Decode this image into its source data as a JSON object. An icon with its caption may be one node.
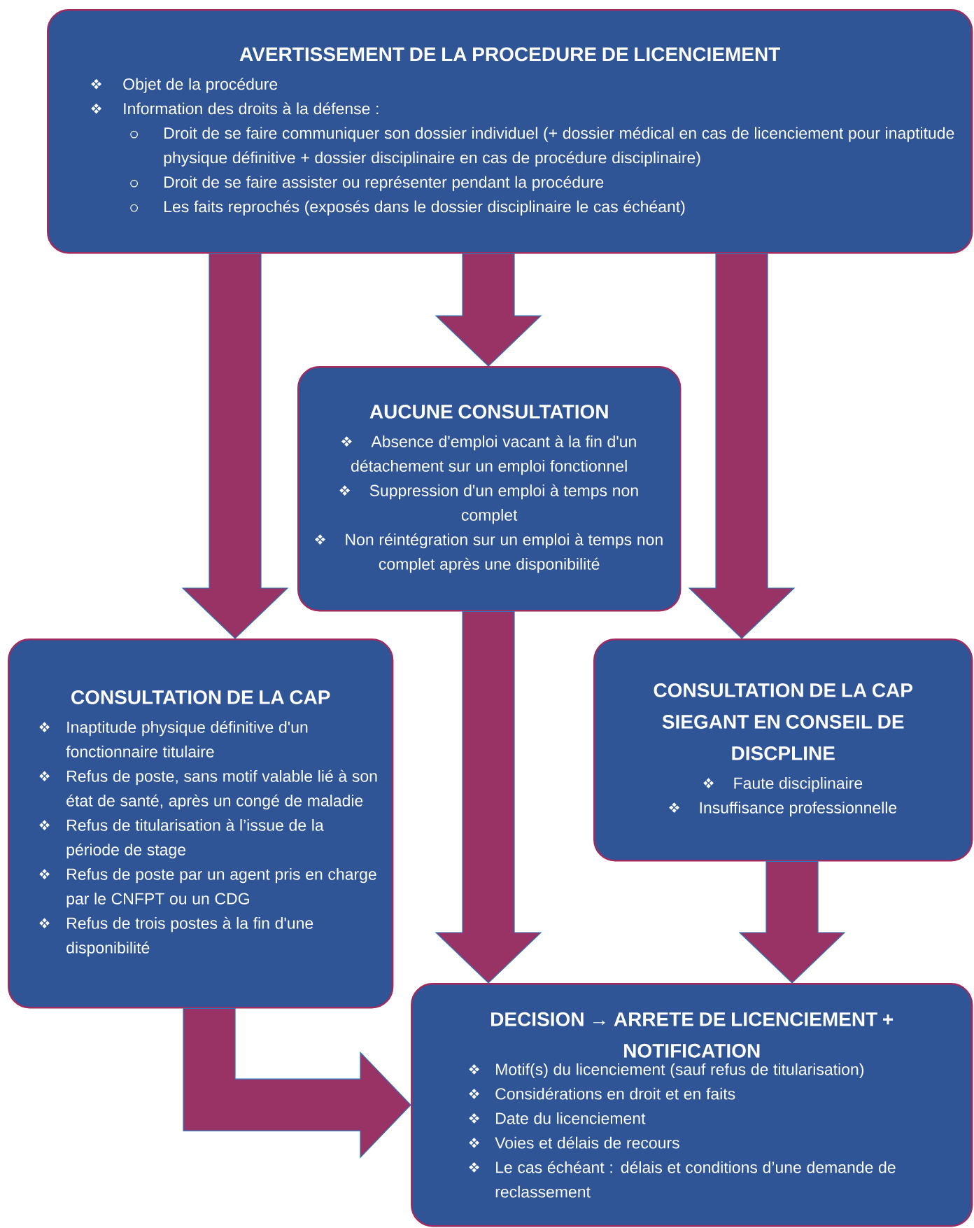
{
  "diagram": {
    "nodes": [
      {
        "text": [
          "AVERTISSEMENT DE LA PROCEDURE DE LICENCIEMENT",
          "Objet de la procédure",
          "Information des droits à la défense :",
          "Droit de se faire communiquer son dossier individuel (+ dossier médical en cas de licenciement pour inaptitude physique définitive + dossier disciplinaire en cas de procédure disciplinaire)",
          "Droit de se faire assister ou représenter pendant la procédure",
          "Les faits reprochés (exposés dans le dossier disciplinaire le cas échéant)"
        ]
      },
      {
        "text": [
          "AUCUNE CONSULTATION",
          "Absence d'emploi vacant à la fin d'un détachement sur un emploi fonctionnel",
          "Suppression d'un emploi à temps non complet",
          "Non réintégration sur un emploi à temps non complet après une disponibilité"
        ]
      },
      {
        "text": [
          "CONSULTATION DE LA CAP",
          "Inaptitude physique définitive d'un fonctionnaire titulaire",
          "Refus de poste, sans motif valable lié à son état de santé, après un congé de maladie",
          "Refus de titularisation à l’issue de la période de stage",
          "Refus de poste par un agent pris en charge par le CNFPT ou un CDG",
          "Refus de trois postes à la fin d'une disponibilité"
        ]
      },
      {
        "text": [
          "CONSULTATION DE LA CAP SIEGANT EN CONSEIL DE DISCPLINE",
          "Faute disciplinaire",
          "Insuffisance professionnelle"
        ]
      },
      {
        "text": [
          "DECISION → ARRETE DE LICENCIEMENT + NOTIFICATION",
          "Motif(s) du licenciement (sauf refus de titularisation)",
          "Considérations en droit et en faits",
          "Date du licenciement",
          "Voies et délais de recours",
          "Le cas échéant : délais et conditions d’une demande de reclassement"
        ]
      }
    ],
    "edges": [
      {
        "from": 0,
        "to": 2,
        "arrow": "to"
      },
      {
        "from": 0,
        "to": 1,
        "arrow": "to"
      },
      {
        "from": 0,
        "to": 3,
        "arrow": "to"
      },
      {
        "from": 1,
        "to": 4,
        "arrow": "to"
      },
      {
        "from": 3,
        "to": 4,
        "arrow": "to"
      },
      {
        "from": 2,
        "to": 4,
        "arrow": "to"
      }
    ]
  }
}
